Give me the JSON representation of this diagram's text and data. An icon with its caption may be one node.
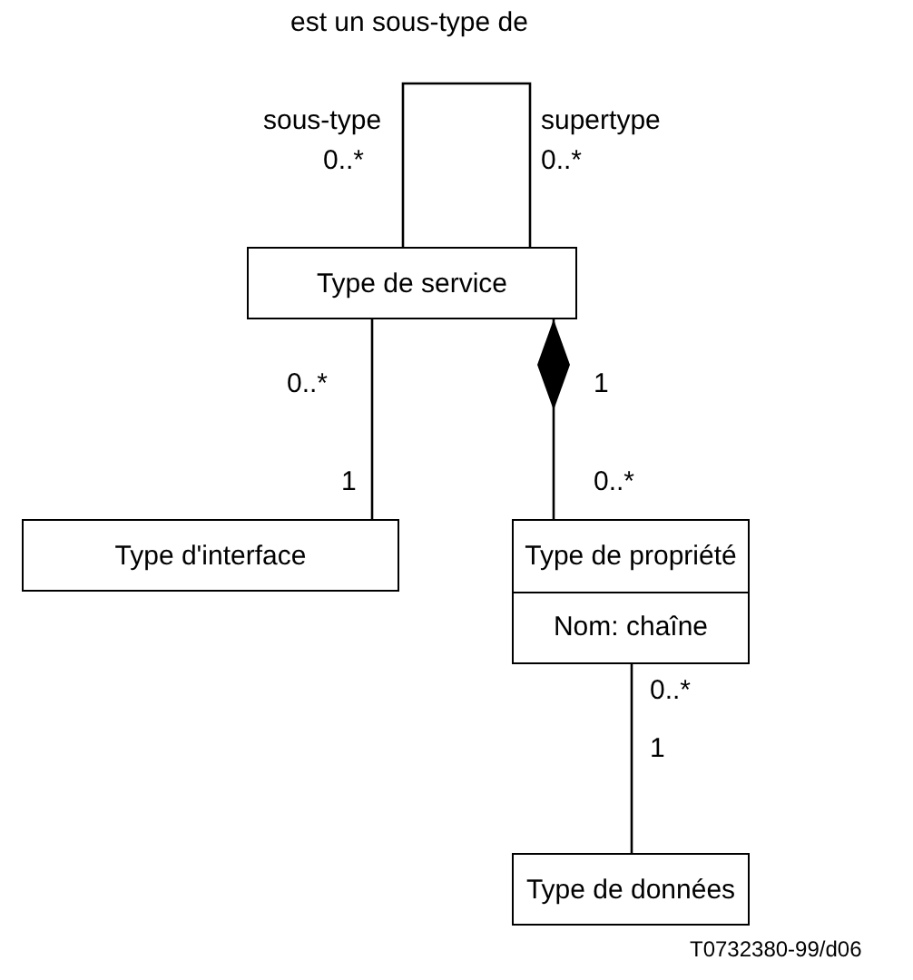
{
  "diagram": {
    "nodes": [
      {
        "text": [
          "Type de service"
        ]
      },
      {
        "text": [
          "Type d'interface"
        ]
      },
      {
        "text": [
          "Type de propriété",
          "Nom: chaîne"
        ]
      },
      {
        "text": [
          "Type de données"
        ]
      }
    ],
    "edges": [
      {
        "from": 0,
        "to": 0,
        "arrow": "none",
        "label": "est un sous-type de"
      },
      {
        "from": 0,
        "to": 1,
        "arrow": "none"
      },
      {
        "from": 0,
        "to": 2,
        "arrow": "other"
      },
      {
        "from": 2,
        "to": 3,
        "arrow": "none"
      }
    ],
    "labels": [
      "sous-type",
      "0..*",
      "supertype",
      "0..*",
      "0..*",
      "1",
      "1",
      "0..*",
      "0..*",
      "1",
      "T0732380-99/d06"
    ]
  }
}
